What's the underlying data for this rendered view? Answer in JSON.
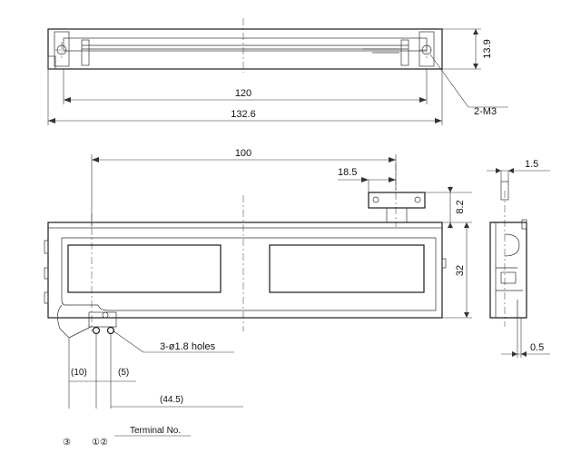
{
  "dimensions": {
    "top_height": "13.9",
    "top_hole_pitch": "120",
    "top_overall_length": "132.6",
    "screw_callout": "2-M3",
    "front_length": "100",
    "bracket_offset": "18.5",
    "bracket_height": "8.2",
    "body_height": "32",
    "side_tab": "1.5",
    "side_gap": "0.5",
    "holes_callout": "3-ø1.8 holes",
    "terminal_pitch_10": "(10)",
    "terminal_pitch_5": "(5)",
    "terminal_offset": "(44.5)"
  },
  "terminals": {
    "t3": "③",
    "t12": "①②",
    "label": "Terminal No."
  }
}
